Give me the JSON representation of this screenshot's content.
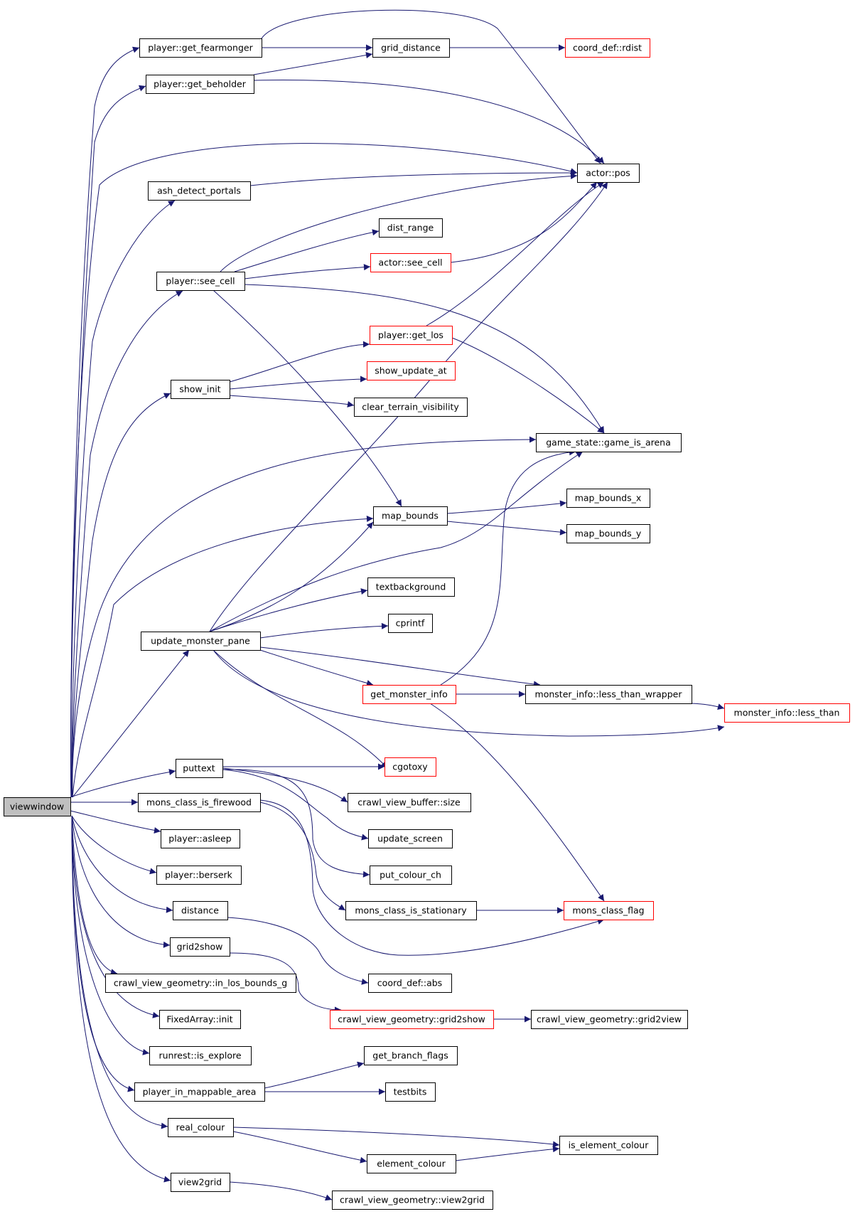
{
  "colors": {
    "edge": "#191970",
    "root_fill": "#bfbfbf",
    "red_border": "#ff0000",
    "border": "#000000"
  },
  "nodes": [
    {
      "id": "viewwindow",
      "label": "viewwindow",
      "style": "root"
    },
    {
      "id": "get_fearmonger",
      "label": "player::get_fearmonger"
    },
    {
      "id": "get_beholder",
      "label": "player::get_beholder"
    },
    {
      "id": "grid_distance",
      "label": "grid_distance"
    },
    {
      "id": "rdist",
      "label": "coord_def::rdist",
      "style": "red"
    },
    {
      "id": "actor_pos",
      "label": "actor::pos"
    },
    {
      "id": "ash_detect_portals",
      "label": "ash_detect_portals"
    },
    {
      "id": "dist_range",
      "label": "dist_range"
    },
    {
      "id": "actor_see_cell",
      "label": "actor::see_cell",
      "style": "red"
    },
    {
      "id": "player_see_cell",
      "label": "player::see_cell"
    },
    {
      "id": "get_los",
      "label": "player::get_los",
      "style": "red"
    },
    {
      "id": "show_update_at",
      "label": "show_update_at",
      "style": "red"
    },
    {
      "id": "show_init",
      "label": "show_init"
    },
    {
      "id": "clear_terrain_visibility",
      "label": "clear_terrain_visibility"
    },
    {
      "id": "game_is_arena",
      "label": "game_state::game_is_arena"
    },
    {
      "id": "map_bounds",
      "label": "map_bounds"
    },
    {
      "id": "map_bounds_x",
      "label": "map_bounds_x"
    },
    {
      "id": "map_bounds_y",
      "label": "map_bounds_y"
    },
    {
      "id": "textbackground",
      "label": "textbackground"
    },
    {
      "id": "cprintf",
      "label": "cprintf"
    },
    {
      "id": "update_monster_pane",
      "label": "update_monster_pane"
    },
    {
      "id": "get_monster_info",
      "label": "get_monster_info",
      "style": "red"
    },
    {
      "id": "less_than_wrapper",
      "label": "monster_info::less_than_wrapper"
    },
    {
      "id": "less_than",
      "label": "monster_info::less_than",
      "style": "red"
    },
    {
      "id": "cgotoxy",
      "label": "cgotoxy",
      "style": "red"
    },
    {
      "id": "puttext",
      "label": "puttext"
    },
    {
      "id": "buffer_size",
      "label": "crawl_view_buffer::size"
    },
    {
      "id": "is_firewood",
      "label": "mons_class_is_firewood"
    },
    {
      "id": "update_screen",
      "label": "update_screen"
    },
    {
      "id": "asleep",
      "label": "player::asleep"
    },
    {
      "id": "put_colour_ch",
      "label": "put_colour_ch"
    },
    {
      "id": "berserk",
      "label": "player::berserk"
    },
    {
      "id": "is_stationary",
      "label": "mons_class_is_stationary"
    },
    {
      "id": "mons_class_flag",
      "label": "mons_class_flag",
      "style": "red"
    },
    {
      "id": "distance",
      "label": "distance"
    },
    {
      "id": "grid2show",
      "label": "grid2show"
    },
    {
      "id": "abs",
      "label": "coord_def::abs"
    },
    {
      "id": "in_los_bounds",
      "label": "crawl_view_geometry::in_los_bounds_g"
    },
    {
      "id": "cvg_grid2show",
      "label": "crawl_view_geometry::grid2show",
      "style": "red"
    },
    {
      "id": "cvg_grid2view",
      "label": "crawl_view_geometry::grid2view"
    },
    {
      "id": "fixedarray_init",
      "label": "FixedArray::init"
    },
    {
      "id": "is_explore",
      "label": "runrest::is_explore"
    },
    {
      "id": "get_branch_flags",
      "label": "get_branch_flags"
    },
    {
      "id": "mappable_area",
      "label": "player_in_mappable_area"
    },
    {
      "id": "testbits",
      "label": "testbits"
    },
    {
      "id": "real_colour",
      "label": "real_colour"
    },
    {
      "id": "is_element_colour",
      "label": "is_element_colour"
    },
    {
      "id": "element_colour",
      "label": "element_colour"
    },
    {
      "id": "view2grid",
      "label": "view2grid"
    },
    {
      "id": "cvg_view2grid",
      "label": "crawl_view_geometry::view2grid"
    }
  ]
}
